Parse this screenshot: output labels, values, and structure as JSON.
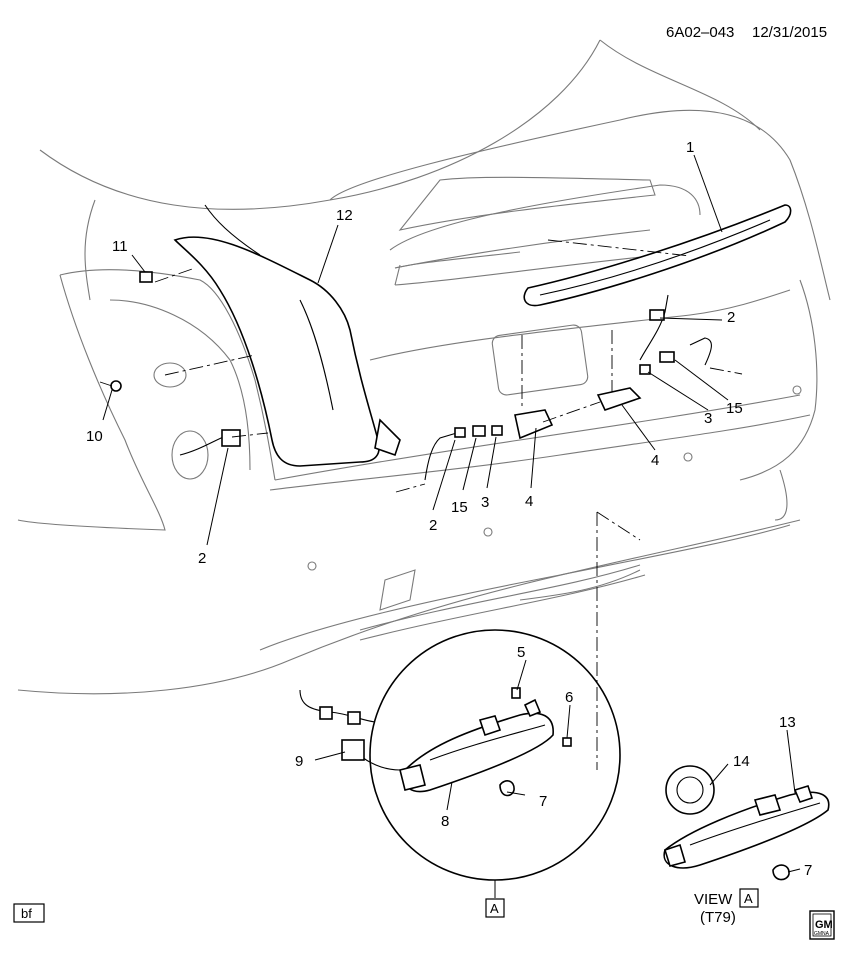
{
  "header": {
    "diagram_code": "6A02–043",
    "date": "12/31/2015"
  },
  "callouts": [
    {
      "id": "c1",
      "label": "1"
    },
    {
      "id": "c2a",
      "label": "2"
    },
    {
      "id": "c2b",
      "label": "2"
    },
    {
      "id": "c2c",
      "label": "2"
    },
    {
      "id": "c3a",
      "label": "3"
    },
    {
      "id": "c3b",
      "label": "3"
    },
    {
      "id": "c4a",
      "label": "4"
    },
    {
      "id": "c4b",
      "label": "4"
    },
    {
      "id": "c5",
      "label": "5"
    },
    {
      "id": "c6",
      "label": "6"
    },
    {
      "id": "c7a",
      "label": "7"
    },
    {
      "id": "c7b",
      "label": "7"
    },
    {
      "id": "c8",
      "label": "8"
    },
    {
      "id": "c9",
      "label": "9"
    },
    {
      "id": "c10",
      "label": "10"
    },
    {
      "id": "c11",
      "label": "11"
    },
    {
      "id": "c12",
      "label": "12"
    },
    {
      "id": "c13",
      "label": "13"
    },
    {
      "id": "c14",
      "label": "14"
    },
    {
      "id": "c15a",
      "label": "15"
    },
    {
      "id": "c15b",
      "label": "15"
    }
  ],
  "view_ref": {
    "box_letter": "A"
  },
  "view": {
    "label": "VIEW",
    "letter": "A",
    "option": "(T79)"
  },
  "corner_tag": "bf",
  "logo": {
    "text": "GM",
    "subtext": "GMNA"
  }
}
